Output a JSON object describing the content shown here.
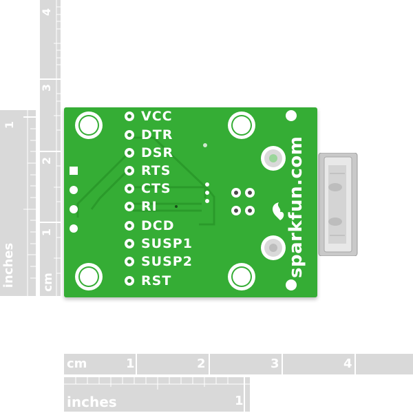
{
  "pin_labels": [
    "VCC",
    "DTR",
    "DSR",
    "RTS",
    "CTS",
    "RI",
    "DCD",
    "SUSP1",
    "SUSP2",
    "RST"
  ],
  "brand_text": "sparkfun.com",
  "ruler_vertical_cm": {
    "unit": "cm",
    "ticks": [
      "1",
      "2",
      "3",
      "4"
    ]
  },
  "ruler_vertical_inches": {
    "unit": "inches",
    "ticks": [
      "1"
    ]
  },
  "ruler_horizontal_cm": {
    "unit": "cm",
    "ticks": [
      "1",
      "2",
      "3",
      "4"
    ]
  },
  "ruler_horizontal_inches": {
    "unit": "inches",
    "ticks": [
      "1"
    ]
  },
  "colors": {
    "pcb": "#35ad35",
    "silkscreen": "#ffffff",
    "ruler": "#d9d9d9",
    "background": "#ffffff"
  }
}
